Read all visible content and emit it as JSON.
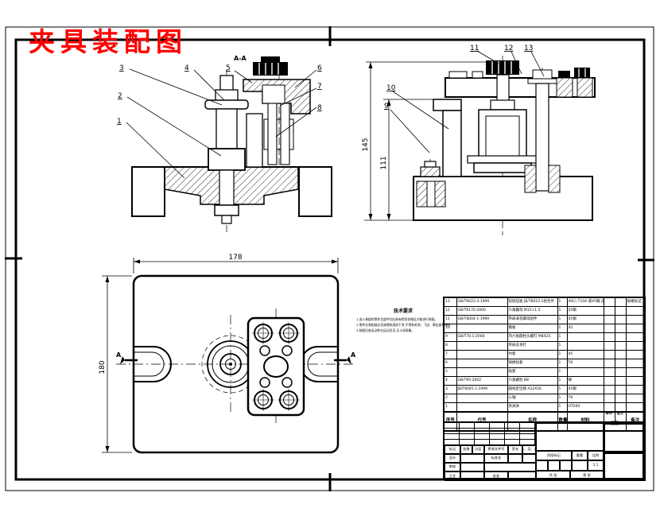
{
  "sheet": {
    "title": "夹具装配图",
    "title_color": "#ff0000",
    "section_label": "A-A",
    "section_letter": "A"
  },
  "views": {
    "front": {
      "callouts": [
        "1",
        "2",
        "3",
        "4",
        "5",
        "6",
        "7",
        "8"
      ]
    },
    "side": {
      "callouts": [
        "9",
        "10",
        "11",
        "12",
        "13"
      ],
      "dim_height_total": "145",
      "dim_height_inner": "111"
    },
    "plan": {
      "dim_width": "178",
      "dim_height": "180"
    }
  },
  "tech_req": {
    "heading": "技术要求",
    "lines": [
      "1.进入装配的零件及部件均应具有检验合格证方能进行装配。",
      "2.零件在装配前必须清理和清洗干净,不得有毛刺、飞边、氧化皮和锈蚀。",
      "3.装配后各运动件应运动灵活,无卡滞现象。"
    ]
  },
  "parts_list": {
    "headers": {
      "no": "序号",
      "code": "代号",
      "name": "名称",
      "qty": "数量",
      "material": "材料",
      "weight": "重量",
      "weight_each": "单件",
      "weight_total": "总计",
      "remark": "备注"
    },
    "rows": [
      {
        "no": "13",
        "code": "GB/T8023.4-1999",
        "name": "铰链压板 JB/T8023.1组合件",
        "qty": "1",
        "material": "40Cr,T10A 或45钢,淬硬",
        "remark": "规格标记"
      },
      {
        "no": "12",
        "code": "GB/T6170-2000",
        "name": "六角螺母 M12×1.5",
        "qty": "1",
        "material": "45钢",
        "remark": ""
      },
      {
        "no": "11",
        "code": "GB/T8004.1-1999",
        "name": "带肩滚花螺母组件",
        "qty": "1",
        "material": "45钢",
        "remark": ""
      },
      {
        "no": "10",
        "code": "",
        "name": "模板",
        "qty": "1",
        "material": "45",
        "remark": ""
      },
      {
        "no": "9",
        "code": "GB/T70.1-2000",
        "name": "内六角圆柱头螺钉 M8X25",
        "qty": "1",
        "material": "",
        "remark": ""
      },
      {
        "no": "8",
        "code": "",
        "name": "带肩支承钉",
        "qty": "1",
        "material": "",
        "remark": ""
      },
      {
        "no": "7",
        "code": "",
        "name": "衬套",
        "qty": "1",
        "material": "45",
        "remark": ""
      },
      {
        "no": "6",
        "code": "",
        "name": "快换钻套",
        "qty": "1",
        "material": "T8",
        "remark": ""
      },
      {
        "no": "5",
        "code": "",
        "name": "钻套",
        "qty": "1",
        "material": "",
        "remark": ""
      },
      {
        "no": "4",
        "code": "GB/T95-2002",
        "name": "六角螺栓 B8",
        "qty": "1",
        "material": "钢",
        "remark": ""
      },
      {
        "no": "3",
        "code": "JB/T8045.1-1999",
        "name": "圆柱定位销 A22X16",
        "qty": "1",
        "material": "45钢",
        "remark": ""
      },
      {
        "no": "2",
        "code": "",
        "name": "心轴",
        "qty": "1",
        "material": "T8",
        "remark": ""
      },
      {
        "no": "1",
        "code": "",
        "name": "夹具体",
        "qty": "1",
        "material": "HT200",
        "remark": ""
      }
    ]
  },
  "title_block": {
    "row1": [
      "标记",
      "处数",
      "分区",
      "更改文件号",
      "签名",
      "年、月、日"
    ],
    "design": "设计",
    "standard": "标准化",
    "check": "审核",
    "process": "工艺",
    "approve": "批准",
    "stage": "阶段标记",
    "weight": "重量",
    "scale_label": "比例",
    "scale_value": "1:1",
    "sheets": "共 张",
    "sheet_no": "第 张"
  }
}
